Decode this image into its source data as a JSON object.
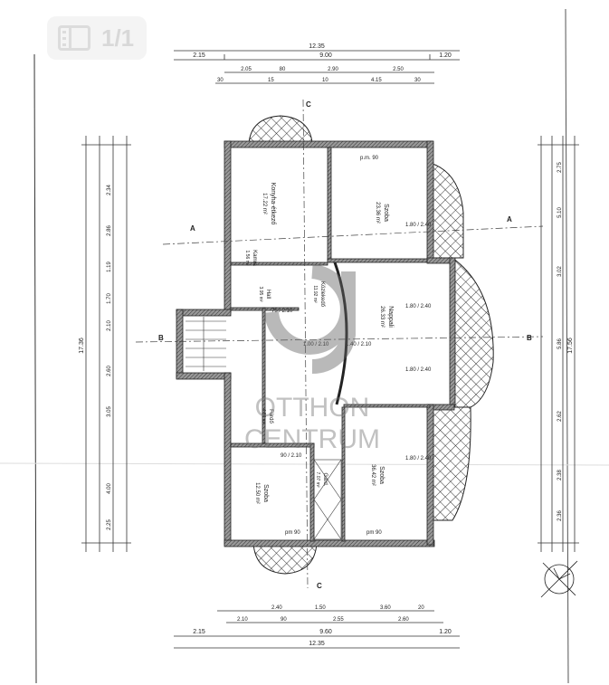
{
  "viewer": {
    "page_indicator": "1/1",
    "icon": "sidebar-panel-icon"
  },
  "plan": {
    "dims_top": {
      "total": "12.35",
      "left": "2.15",
      "middle": "9.00",
      "right": "1.20",
      "row3": [
        "2.05",
        "80",
        "2.90",
        "2.50"
      ],
      "row4": [
        "30",
        "15",
        "10",
        "4.15",
        "30"
      ]
    },
    "dims_bottom": {
      "total": "12.35",
      "left": "2.15",
      "middle": "9.60",
      "right": "1.20",
      "row3": [
        "2.40",
        "1.50",
        "3.60",
        "20"
      ],
      "row4": [
        "2.10",
        "90",
        "2.55",
        "2.60"
      ]
    },
    "dims_left": {
      "total": "17.36",
      "parts": [
        "2.34",
        "2.86",
        "1.19",
        "1.70",
        "2.10",
        "2.60",
        "3.05",
        "4.00",
        "2.25"
      ]
    },
    "dims_right": {
      "total": "17.56",
      "parts": [
        "2.75",
        "5.10",
        "3.02",
        "5.86",
        "2.62",
        "2.38",
        "2.36"
      ]
    },
    "section_marks": [
      "A",
      "A",
      "B",
      "B",
      "C",
      "C"
    ],
    "rooms": [
      {
        "name": "Konyha-étkező",
        "area": "17.22 m²"
      },
      {
        "name": "Szoba",
        "area": "23.36 m²"
      },
      {
        "name": "Kamra",
        "area": "1.56 m²"
      },
      {
        "name": "Hall",
        "area": "3.95 m²"
      },
      {
        "name": "Közlekedő",
        "area": "11.92 m²"
      },
      {
        "name": "Nappali",
        "area": "26.33 m²"
      },
      {
        "name": "Fürdő",
        "area": "4.68 m²"
      },
      {
        "name": "Szoba",
        "area": "36.42 m²"
      },
      {
        "name": "Gard.",
        "area": "7.07 m²"
      },
      {
        "name": "Szoba",
        "area": "12.50 m²"
      }
    ],
    "door_labels": [
      "1.80 / 2.40",
      "1.80 / 2.40",
      "1.80 / 2.40",
      "1.80 / 2.40",
      "1.40 / 2.10",
      "1.00 / 2.10",
      "90 / 2.10",
      "75 / 2.10",
      "pm 90",
      "pm 90",
      "p.m. 90"
    ],
    "watermark": {
      "logo": "OC",
      "text1": "OTTHON",
      "text2": "CENTRUM"
    }
  }
}
